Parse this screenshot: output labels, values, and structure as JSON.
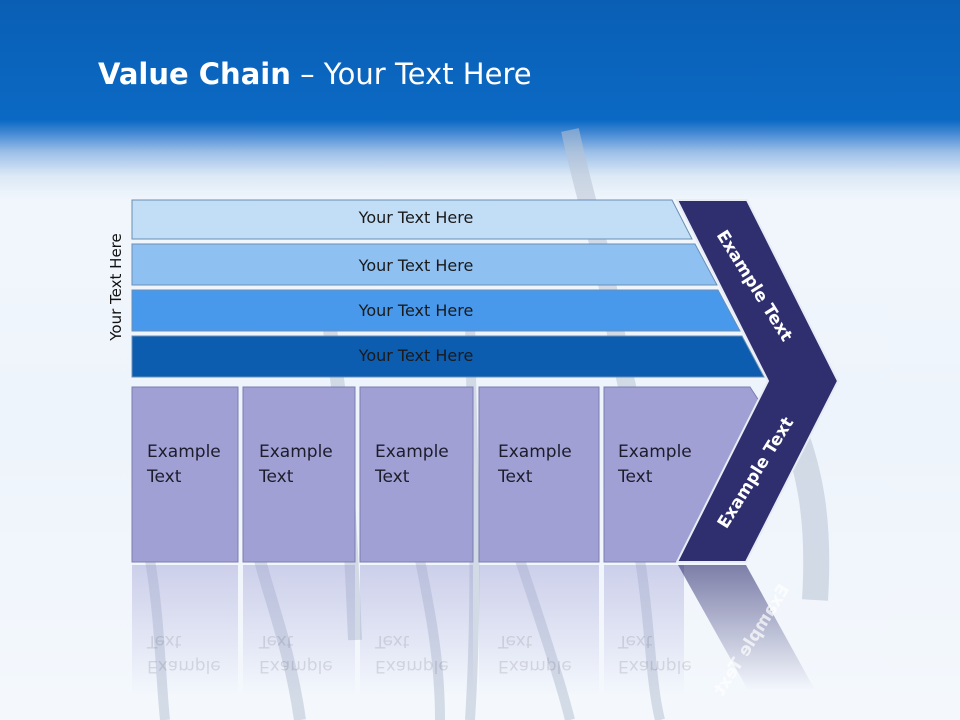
{
  "slide": {
    "title_bold": "Value Chain",
    "title_rest": " – Your Text Here"
  },
  "diagram": {
    "side_label": "Your Text Here",
    "bars": [
      {
        "label": "Your Text Here",
        "color": "#c2ddf6"
      },
      {
        "label": "Your Text Here",
        "color": "#8ec0f2"
      },
      {
        "label": "Your Text Here",
        "color": "#4899ec"
      },
      {
        "label": "Your Text Here",
        "color": "#0c5cb0"
      }
    ],
    "boxes": [
      {
        "line1": "Example",
        "line2": "Text"
      },
      {
        "line1": "Example",
        "line2": "Text"
      },
      {
        "line1": "Example",
        "line2": "Text"
      },
      {
        "line1": "Example",
        "line2": "Text"
      },
      {
        "line1": "Example",
        "line2": "Text"
      }
    ],
    "chevron_top_label": "Example Text",
    "chevron_bottom_label": "Example Text",
    "box_color": "#a0a0d4",
    "chevron_color": "#2f2f70"
  }
}
